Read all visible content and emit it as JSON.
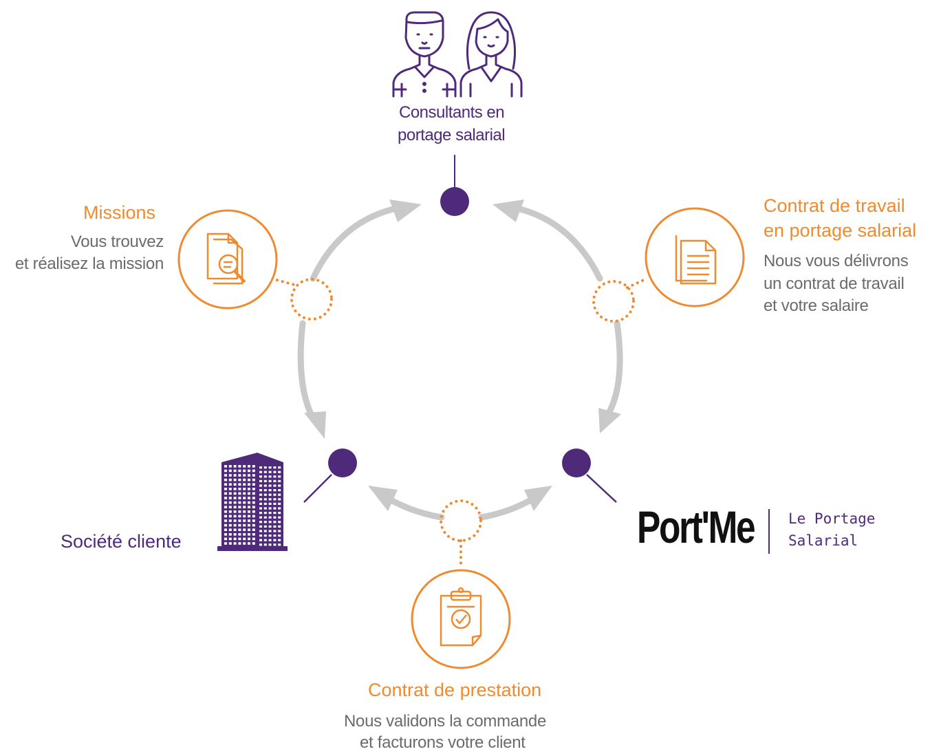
{
  "consultants": {
    "line1": "Consultants en",
    "line2": "portage salarial"
  },
  "missions": {
    "title": "Missions",
    "line1": "Vous trouvez",
    "line2": "et réalisez la mission"
  },
  "contrat_travail": {
    "title1": "Contrat de travail",
    "title2": "en portage salarial",
    "line1": "Nous vous délivrons",
    "line2": "un contrat de travail",
    "line3": "et votre salaire"
  },
  "societe": {
    "label": "Société cliente"
  },
  "portme": {
    "logo": "Port'Me",
    "tagline1": "Le Portage",
    "tagline2": "Salarial"
  },
  "contrat_prestation": {
    "title": "Contrat de prestation",
    "line1": "Nous validons la commande",
    "line2": "et facturons votre client"
  },
  "colors": {
    "purple": "#4f2a7a",
    "orange": "#ef8a2e",
    "gray": "#6b6b6b",
    "arrow": "#c9c9c9"
  },
  "icons": [
    "consultant-man-icon",
    "consultant-woman-icon",
    "document-search-icon",
    "documents-icon",
    "clipboard-check-icon",
    "office-building-icon"
  ]
}
